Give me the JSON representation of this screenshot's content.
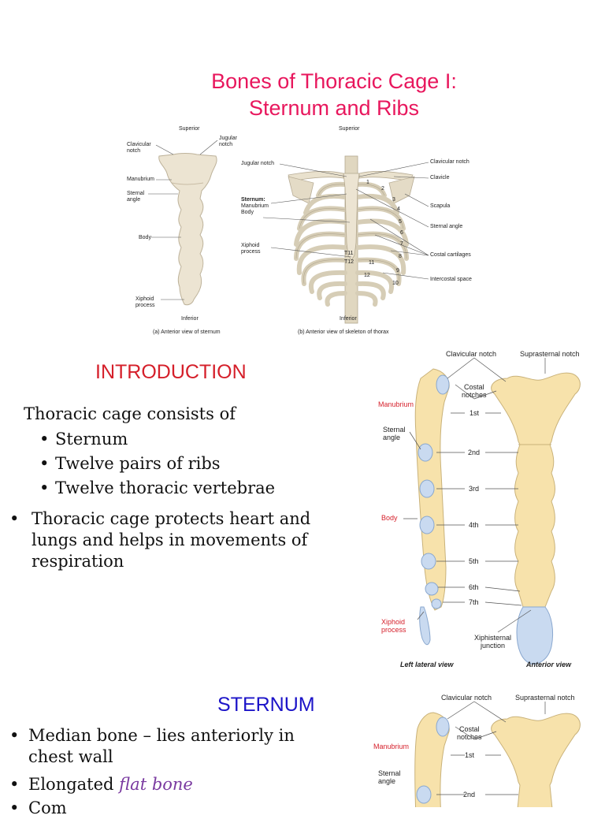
{
  "slide1": {
    "title_line1": "Bones of Thoracic Cage I:",
    "title_line2": "Sternum and Ribs",
    "figA": {
      "superior": "Superior",
      "inferior": "Inferior",
      "caption": "(a) Anterior view of sternum",
      "labels": {
        "clavicular_notch_1": "Clavicular",
        "clavicular_notch_2": "notch",
        "jugular_notch_1": "Jugular",
        "jugular_notch_2": "notch",
        "manubrium": "Manubrium",
        "sternal_angle_1": "Sternal",
        "sternal_angle_2": "angle",
        "body": "Body",
        "xiphoid_1": "Xiphoid",
        "xiphoid_2": "process"
      }
    },
    "figB": {
      "superior": "Superior",
      "inferior": "Inferior",
      "caption": "(b) Anterior view of skeleton of thorax",
      "labels": {
        "jugular_notch": "Jugular notch",
        "sternum": "Sternum:",
        "manubrium": "Manubrium",
        "body": "Body",
        "xiphoid_1": "Xiphoid",
        "xiphoid_2": "process",
        "clavicular_notch": "Clavicular notch",
        "clavicle": "Clavicle",
        "scapula": "Scapula",
        "sternal_angle": "Sternal angle",
        "costal_cartilages": "Costal cartilages",
        "intercostal_space": "Intercostal space",
        "t11": "T11",
        "t12": "T12",
        "n1": "1",
        "n2": "2",
        "n3": "3",
        "n4": "4",
        "n5": "5",
        "n6": "6",
        "n7": "7",
        "n8": "8",
        "n9": "9",
        "n10": "10",
        "n11": "11",
        "n12": "12"
      }
    }
  },
  "slide2": {
    "heading": "INTRODUCTION",
    "consists": "Thoracic cage consists of",
    "items": [
      "Sternum",
      "Twelve pairs of ribs",
      "Twelve thoracic vertebrae"
    ],
    "protects": "Thoracic cage protects heart and lungs and helps in movements of respiration",
    "fig": {
      "clavicular_notch": "Clavicular notch",
      "suprasternal_notch": "Suprasternal notch",
      "costal_1": "Costal",
      "costal_2": "notches",
      "manubrium": "Manubrium",
      "sternal_1": "Sternal",
      "sternal_2": "angle",
      "body": "Body",
      "xiphoid_1": "Xiphoid",
      "xiphoid_2": "process",
      "xiphisternal_1": "Xiphisternal",
      "xiphisternal_2": "junction",
      "left_view": "Left lateral view",
      "anterior_view": "Anterior view",
      "r1": "1st",
      "r2": "2nd",
      "r3": "3rd",
      "r4": "4th",
      "r5": "5th",
      "r6": "6th",
      "r7": "7th"
    }
  },
  "slide3": {
    "heading": "STERNUM",
    "item1": "Median bone – lies anteriorly in chest wall",
    "item2_a": "Elongated ",
    "item2_b": "flat bone",
    "item3": "Com",
    "fig": {
      "clavicular_notch": "Clavicular notch",
      "suprasternal_notch": "Suprasternal notch",
      "costal_1": "Costal",
      "costal_2": "notches",
      "manubrium": "Manubrium",
      "sternal_1": "Sternal",
      "sternal_2": "angle",
      "r1": "1st",
      "r2": "2nd"
    }
  },
  "colors": {
    "title": "#e8175d",
    "heading_red": "#d51f2a",
    "heading_blue": "#1c14c8",
    "flat_bone": "#7a3aa0",
    "bone": "#f7e2ab"
  }
}
